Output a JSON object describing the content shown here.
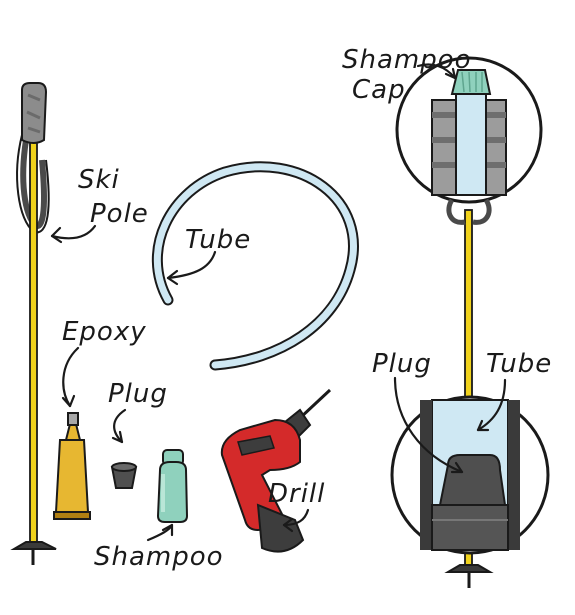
{
  "labels": {
    "ski_pole": [
      "Ski",
      "Pole"
    ],
    "tube_left": "Tube",
    "epoxy": "Epoxy",
    "plug_left": "Plug",
    "shampoo": "Shampoo",
    "drill": "Drill",
    "shampoo_cap": [
      "Shampoo",
      "Cap"
    ],
    "plug_right": "Plug",
    "tube_right": "Tube"
  },
  "colors": {
    "pole_yellow": "#f0d21c",
    "grip_gray": "#8c8c8c",
    "strap_dark": "#4a4a4a",
    "tube_blue": "#cfe8f3",
    "epoxy_tube": "#e7b731",
    "shampoo_green": "#8fd1bd",
    "drill_red": "#d42a2a",
    "drill_dark": "#3d3d3d",
    "plug_dark": "#4f4f4f"
  }
}
